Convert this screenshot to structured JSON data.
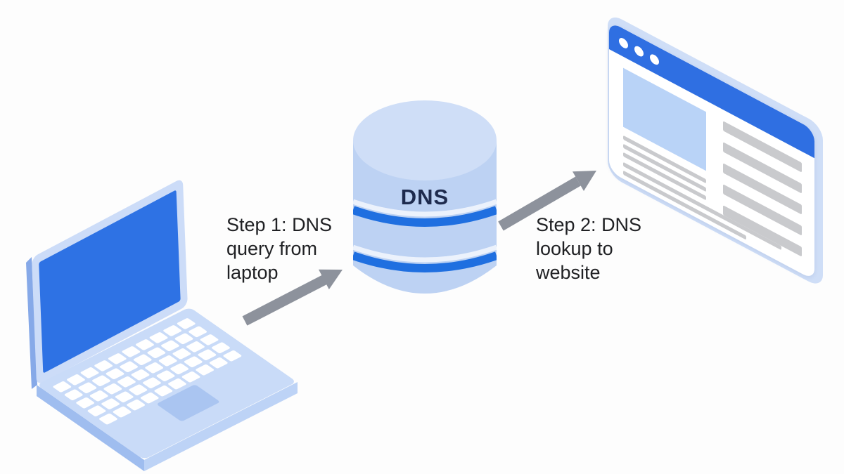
{
  "scene": {
    "type": "diagram",
    "description": "DNS lookup flow: laptop sends DNS query to DNS server, which performs DNS lookup to website"
  },
  "labels": {
    "step1": "Step 1: DNS\nquery from\nlaptop",
    "step2": "Step 2: DNS\nlookup to\nwebsite",
    "dns": "DNS"
  },
  "icons": [
    {
      "name": "laptop-icon",
      "shape": "isometric laptop with blue screen, white keyboard keys and trackpad"
    },
    {
      "name": "dns-database-icon",
      "shape": "light blue database cylinder with two blue bands"
    },
    {
      "name": "browser-window-icon",
      "shape": "tilted browser window with blue title bar, three dots, image placeholder and gray text bars"
    },
    {
      "name": "arrow-step1-icon",
      "shape": "gray arrow pointing up-right from laptop to DNS server"
    },
    {
      "name": "arrow-step2-icon",
      "shape": "gray arrow pointing up-right from DNS server to website"
    }
  ],
  "colors": {
    "background": "#fdfdfd",
    "accent-blue": "#2f6fe2",
    "screen-blue": "#2e72e4",
    "stripe-blue": "#1f6fe0",
    "placeholder-blue": "#b9d3f7",
    "bar-gray": "#c9cacd",
    "arrow-gray": "#8d929c",
    "text-dark": "#202124",
    "dns-text": "#1e2b4e"
  }
}
